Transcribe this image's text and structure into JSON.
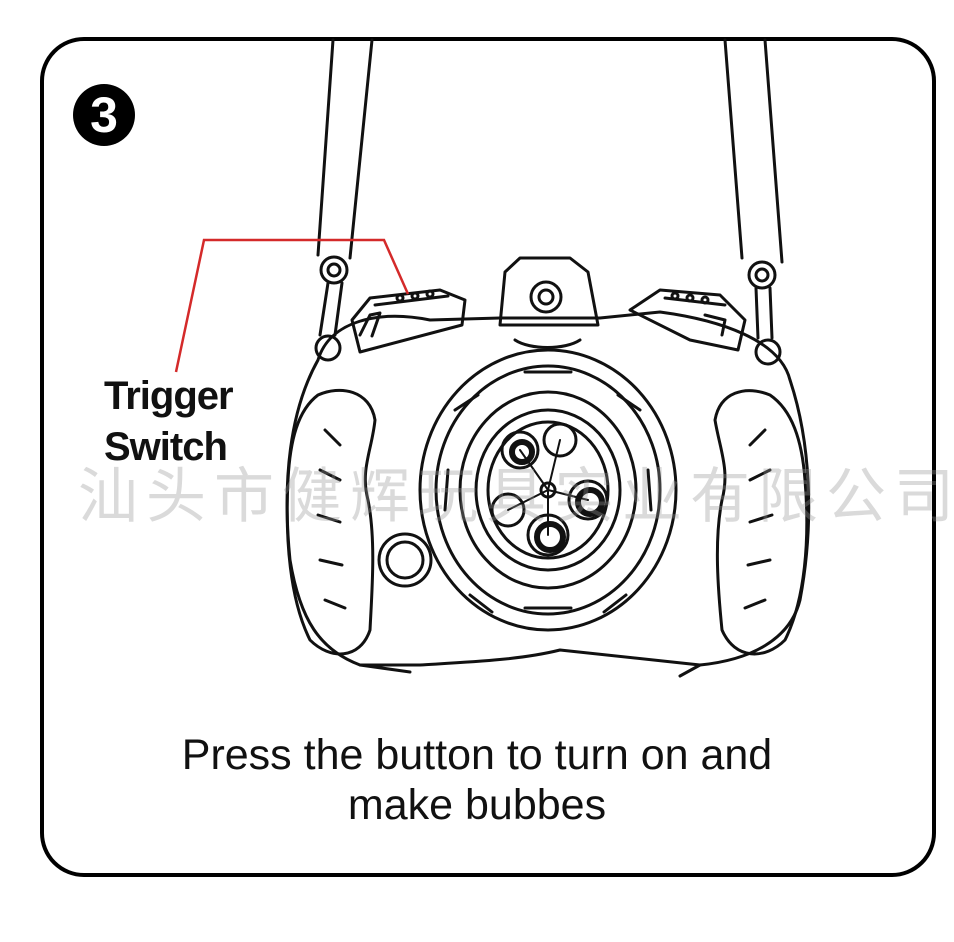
{
  "step": {
    "number": "3"
  },
  "callout": {
    "line1": "Trigger",
    "line2": "Switch",
    "color": "#d42a2a"
  },
  "caption": {
    "line1": "Press the button to turn on and",
    "line2": "make bubbes"
  },
  "watermark": {
    "text": "汕头市健辉玩具实业有限公司"
  },
  "icons": [
    "bubble-camera-illustration",
    "strap-icon"
  ]
}
